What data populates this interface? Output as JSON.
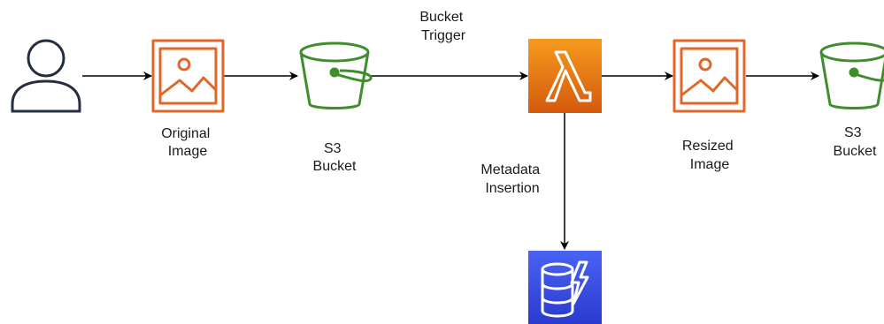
{
  "labels": {
    "original_image": [
      "Original",
      "Image"
    ],
    "s3_bucket_source": [
      "S3",
      "Bucket"
    ],
    "bucket_trigger": [
      "Bucket",
      "Trigger"
    ],
    "metadata_insertion": [
      "Metadata",
      "Insertion"
    ],
    "resized_image": [
      "Resized",
      "Image"
    ],
    "s3_bucket_destination": [
      "S3",
      "Bucket"
    ]
  },
  "icons": {
    "user": "user-icon",
    "original_image": "image-icon",
    "s3_bucket_source": "s3-bucket-icon",
    "lambda": "lambda-icon",
    "resized_image": "image-icon",
    "s3_bucket_destination": "s3-bucket-icon",
    "dynamodb": "dynamodb-icon"
  },
  "colors": {
    "image_icon": "#E0672A",
    "bucket_icon": "#3E8E2E",
    "lambda_top": "#F59A1D",
    "lambda_bottom": "#D45A0D",
    "dynamodb_top": "#4A63F5",
    "dynamodb_bottom": "#2B3ACF",
    "user_icon": "#232F3E",
    "arrow": "#000000"
  }
}
